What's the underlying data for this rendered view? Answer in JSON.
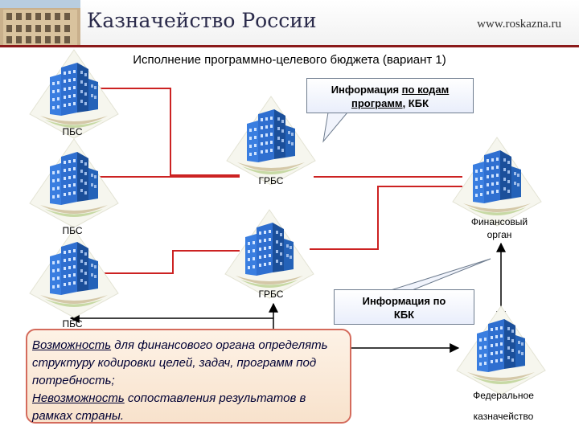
{
  "header": {
    "title": "Казначейство России",
    "url": "www.roskazna.ru"
  },
  "slide_title": "Исполнение программно-целевого бюджета (вариант 1)",
  "nodes": {
    "pbs_1": "ПБС",
    "pbs_2": "ПБС",
    "pbs_3": "ПБС",
    "grbs_1": "ГРБС",
    "grbs_2": "ГРБС",
    "fin_organ_line1": "Финансовый",
    "fin_organ_line2": "орган",
    "fed_treasury_line1": "Федеральное",
    "fed_treasury_line2": "казначейство"
  },
  "callouts": {
    "codes_plain": "Информация ",
    "codes_underlined_1": "по кодам",
    "codes_underlined_2": "программ",
    "codes_tail": ", КБК",
    "kbk_line1": "Информация по",
    "kbk_line2": "КБК"
  },
  "note": {
    "possibility_word": "Возможность",
    "possibility_text": " для финансового органа определять структуру кодировки целей, задач, программ под потребность;",
    "impossibility_word": "Невозможность",
    "impossibility_text": " сопоставления результатов в рамках страны."
  },
  "colors": {
    "connector_red": "#cc2222",
    "arrow_black": "#000000",
    "header_rule": "#8b1a1a",
    "building_blue": "#2f6fd0"
  },
  "icons": [
    "building-icon"
  ]
}
